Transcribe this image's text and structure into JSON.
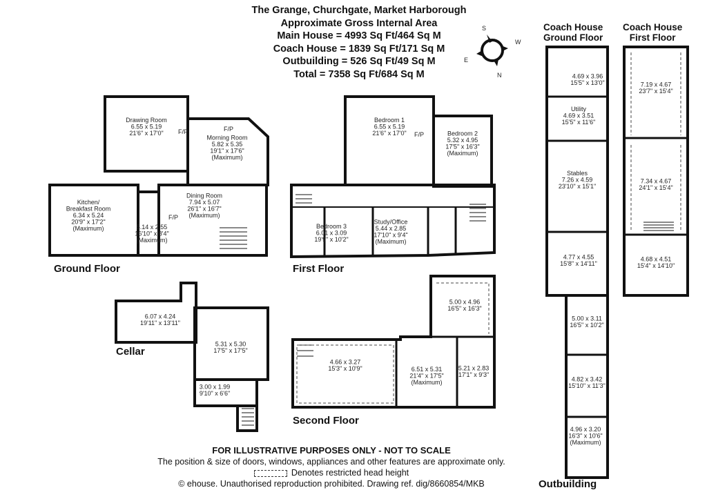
{
  "header": {
    "lines": [
      "The Grange, Churchgate, Market Harborough",
      "Approximate Gross Internal Area",
      "Main House = 4993 Sq Ft/464 Sq M",
      "Coach House = 1839 Sq Ft/171 Sq M",
      "Outbuilding = 526 Sq Ft/49 Sq M",
      "Total = 7358 Sq Ft/684 Sq M"
    ]
  },
  "compass": {
    "s": "S",
    "w": "W",
    "e": "E",
    "n": "N"
  },
  "floor_labels": {
    "ground": "Ground Floor",
    "first": "First Floor",
    "cellar": "Cellar",
    "second": "Second Floor",
    "outbuilding": "Outbuilding",
    "coach_ground": [
      "Coach House",
      "Ground Floor"
    ],
    "coach_first": [
      "Coach House",
      "First Floor"
    ]
  },
  "fireplace_label": "F/P",
  "rooms": {
    "drawing": [
      "Drawing Room",
      "6.55 x 5.19",
      "21'6\" x 17'0\""
    ],
    "morning": [
      "Morning Room",
      "5.82 x 5.35",
      "19'1\" x 17'6\"",
      "(Maximum)"
    ],
    "kitchen": [
      "Kitchen/",
      "Breakfast Room",
      "6.34 x 5.24",
      "20'9\" x 17'2\"",
      "(Maximum)"
    ],
    "hall": [
      "5.14 x 2.55",
      "16'10\" x 8'4\"",
      "(Maximum)"
    ],
    "dining": [
      "Dining Room",
      "7.94 x 5.07",
      "26'1\" x 16'7\"",
      "(Maximum)"
    ],
    "bed1": [
      "Bedroom 1",
      "6.55 x 5.19",
      "21'6\" x 17'0\""
    ],
    "bed2": [
      "Bedroom 2",
      "5.32 x 4.95",
      "17'5\" x 16'3\"",
      "(Maximum)"
    ],
    "bed3": [
      "Bedroom 3",
      "6.01 x 3.09",
      "19'9\" x 10'2\""
    ],
    "study": [
      "Study/Office",
      "5.44 x 2.85",
      "17'10\" x 9'4\"",
      "(Maximum)"
    ],
    "cellar1": [
      "6.07 x 4.24",
      "19'11\" x 13'11\""
    ],
    "cellar2": [
      "5.31 x 5.30",
      "17'5\" x 17'5\""
    ],
    "cellar3": [
      "3.00 x 1.99",
      "9'10\" x 6'6\""
    ],
    "sf1": [
      "5.00 x 4.96",
      "16'5\" x 16'3\""
    ],
    "sf2": [
      "4.66 x 3.27",
      "15'3\" x 10'9\""
    ],
    "sf3": [
      "6.51 x 5.31",
      "21'4\" x 17'5\"",
      "(Maximum)"
    ],
    "sf4": [
      "5.21 x 2.83",
      "17'1\" x 9'3\""
    ],
    "chg1": [
      "4.69 x 3.96",
      "15'5\" x 13'0\""
    ],
    "utility": [
      "Utility",
      "4.69 x 3.51",
      "15'5\" x 11'6\""
    ],
    "stables": [
      "Stables",
      "7.26 x 4.59",
      "23'10\" x 15'1\""
    ],
    "chg4": [
      "4.77 x 4.55",
      "15'8\" x 14'11\""
    ],
    "chf1": [
      "7.19 x 4.67",
      "23'7\" x 15'4\""
    ],
    "chf2": [
      "7.34 x 4.67",
      "24'1\" x 15'4\""
    ],
    "chf3": [
      "4.68 x 4.51",
      "15'4\" x 14'10\""
    ],
    "ob1": [
      "5.00 x 3.11",
      "16'5\" x 10'2\""
    ],
    "ob2": [
      "4.82 x 3.42",
      "15'10\" x 11'3\""
    ],
    "ob3": [
      "4.96 x 3.20",
      "16'3\" x 10'6\"",
      "(Maximum)"
    ]
  },
  "footer": {
    "disclaimer": "FOR ILLUSTRATIVE PURPOSES ONLY - NOT TO SCALE",
    "note": "The position & size of doors, windows, appliances and other features are approximate only.",
    "legend": "Denotes restricted head height",
    "copyright": "© ehouse. Unauthorised reproduction prohibited. Drawing ref. dig/8660854/MKB"
  }
}
